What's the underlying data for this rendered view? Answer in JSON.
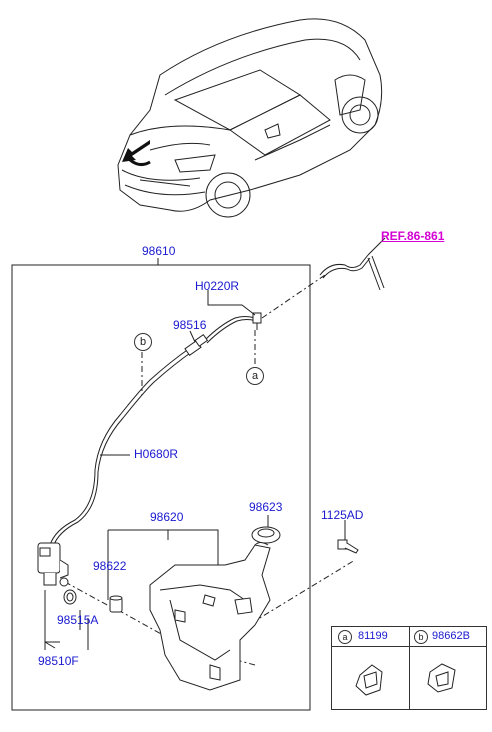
{
  "labels": {
    "ref": "REF.86-861",
    "assembly": "98610",
    "hose_front": "H0220R",
    "connector": "98516",
    "hose_main": "H0680R",
    "reservoir": "98620",
    "cap": "98623",
    "bolt": "1125AD",
    "grommet": "98622",
    "pump_seal": "98515A",
    "pump": "98510F"
  },
  "callouts": {
    "a": "a",
    "b": "b"
  },
  "legend": {
    "a_code": "81199",
    "b_code": "98662B"
  }
}
